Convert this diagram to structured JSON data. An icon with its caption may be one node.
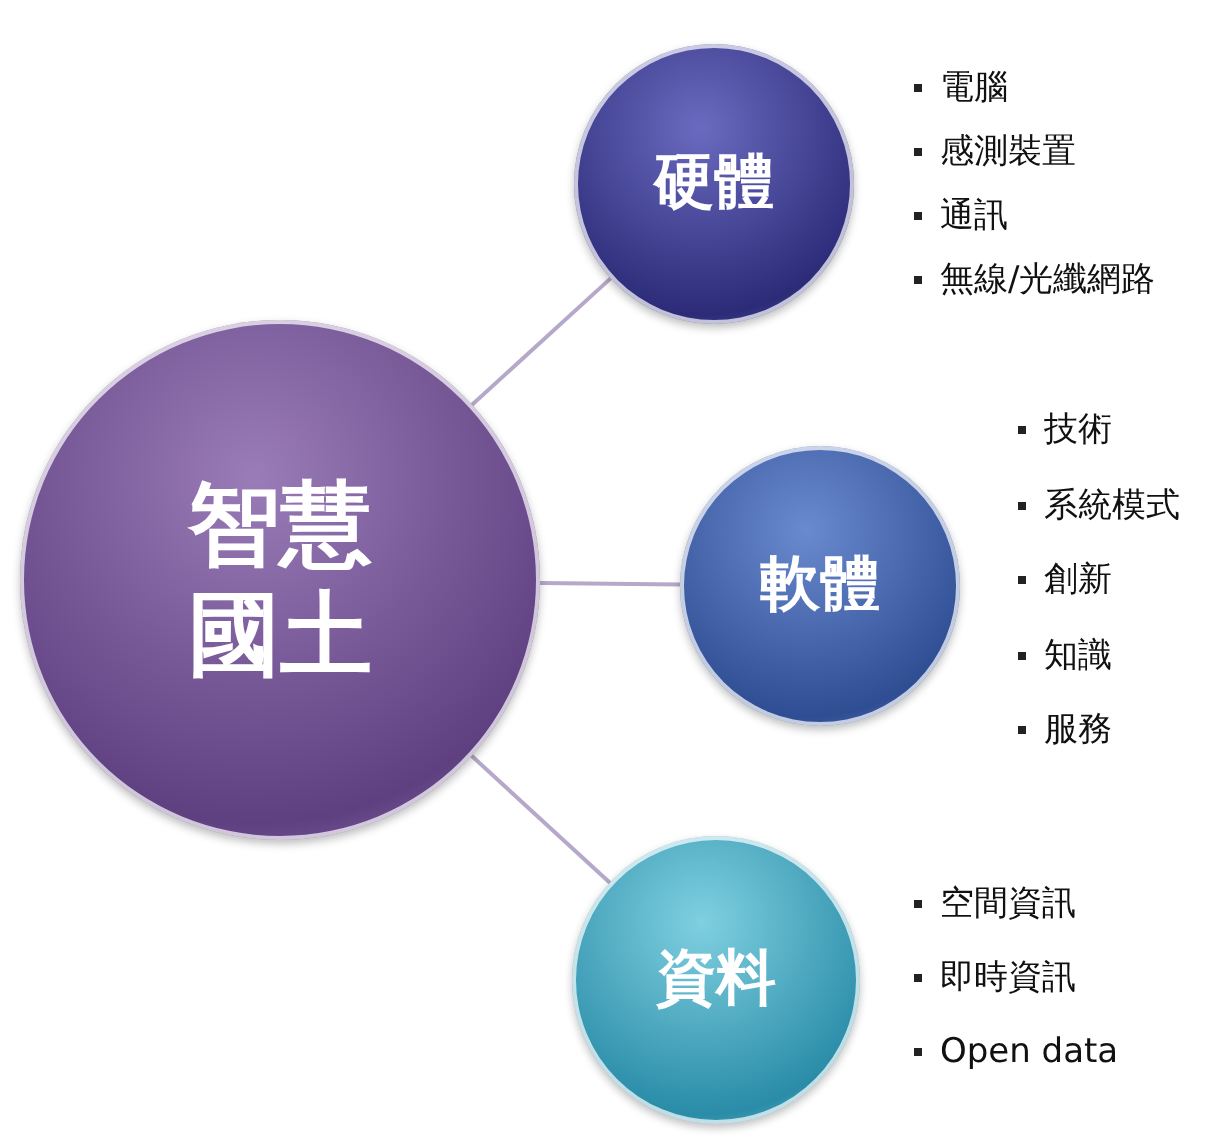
{
  "diagram": {
    "nodes": [
      {
        "text": [
          "智慧國土"
        ]
      },
      {
        "text": [
          "硬體"
        ],
        "beside": [
          "電腦",
          "感測裝置",
          "通訊",
          "無線/光纖網路"
        ]
      },
      {
        "text": [
          "軟體"
        ],
        "beside": [
          "技術",
          "系統模式",
          "創新",
          "知識",
          "服務"
        ]
      },
      {
        "text": [
          "資料"
        ],
        "beside": [
          "空間資訊",
          "即時資訊",
          "Open data"
        ]
      }
    ],
    "edges": [
      {
        "from": 0,
        "to": 1,
        "arrow": "none"
      },
      {
        "from": 0,
        "to": 2,
        "arrow": "none"
      },
      {
        "from": 0,
        "to": 3,
        "arrow": "none"
      }
    ]
  }
}
